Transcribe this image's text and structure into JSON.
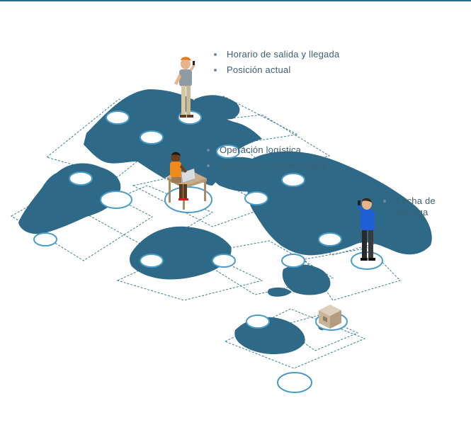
{
  "labels": {
    "traveler": [
      "Horario de salida y llegada",
      "Posición actual"
    ],
    "office": [
      "Operación logística",
      "Información de embarque"
    ],
    "receiver": [
      "Fecha de entrega"
    ]
  },
  "colors": {
    "land": "#2e6a87",
    "grid_line": "#3c7fa0",
    "node_ring": "#4a9cc8",
    "node_fill": "#ffffff",
    "label_text": "#3d5f74",
    "shirt_blue": "#1f5fd6",
    "worker_orange": "#f08a1c",
    "desk_wood": "#c8ad88",
    "parcel": "#c9b59a"
  },
  "icons": [
    "world-map-icon",
    "person-standing-phone-icon",
    "person-at-desk-icon",
    "person-blue-phone-icon",
    "parcel-box-icon"
  ]
}
